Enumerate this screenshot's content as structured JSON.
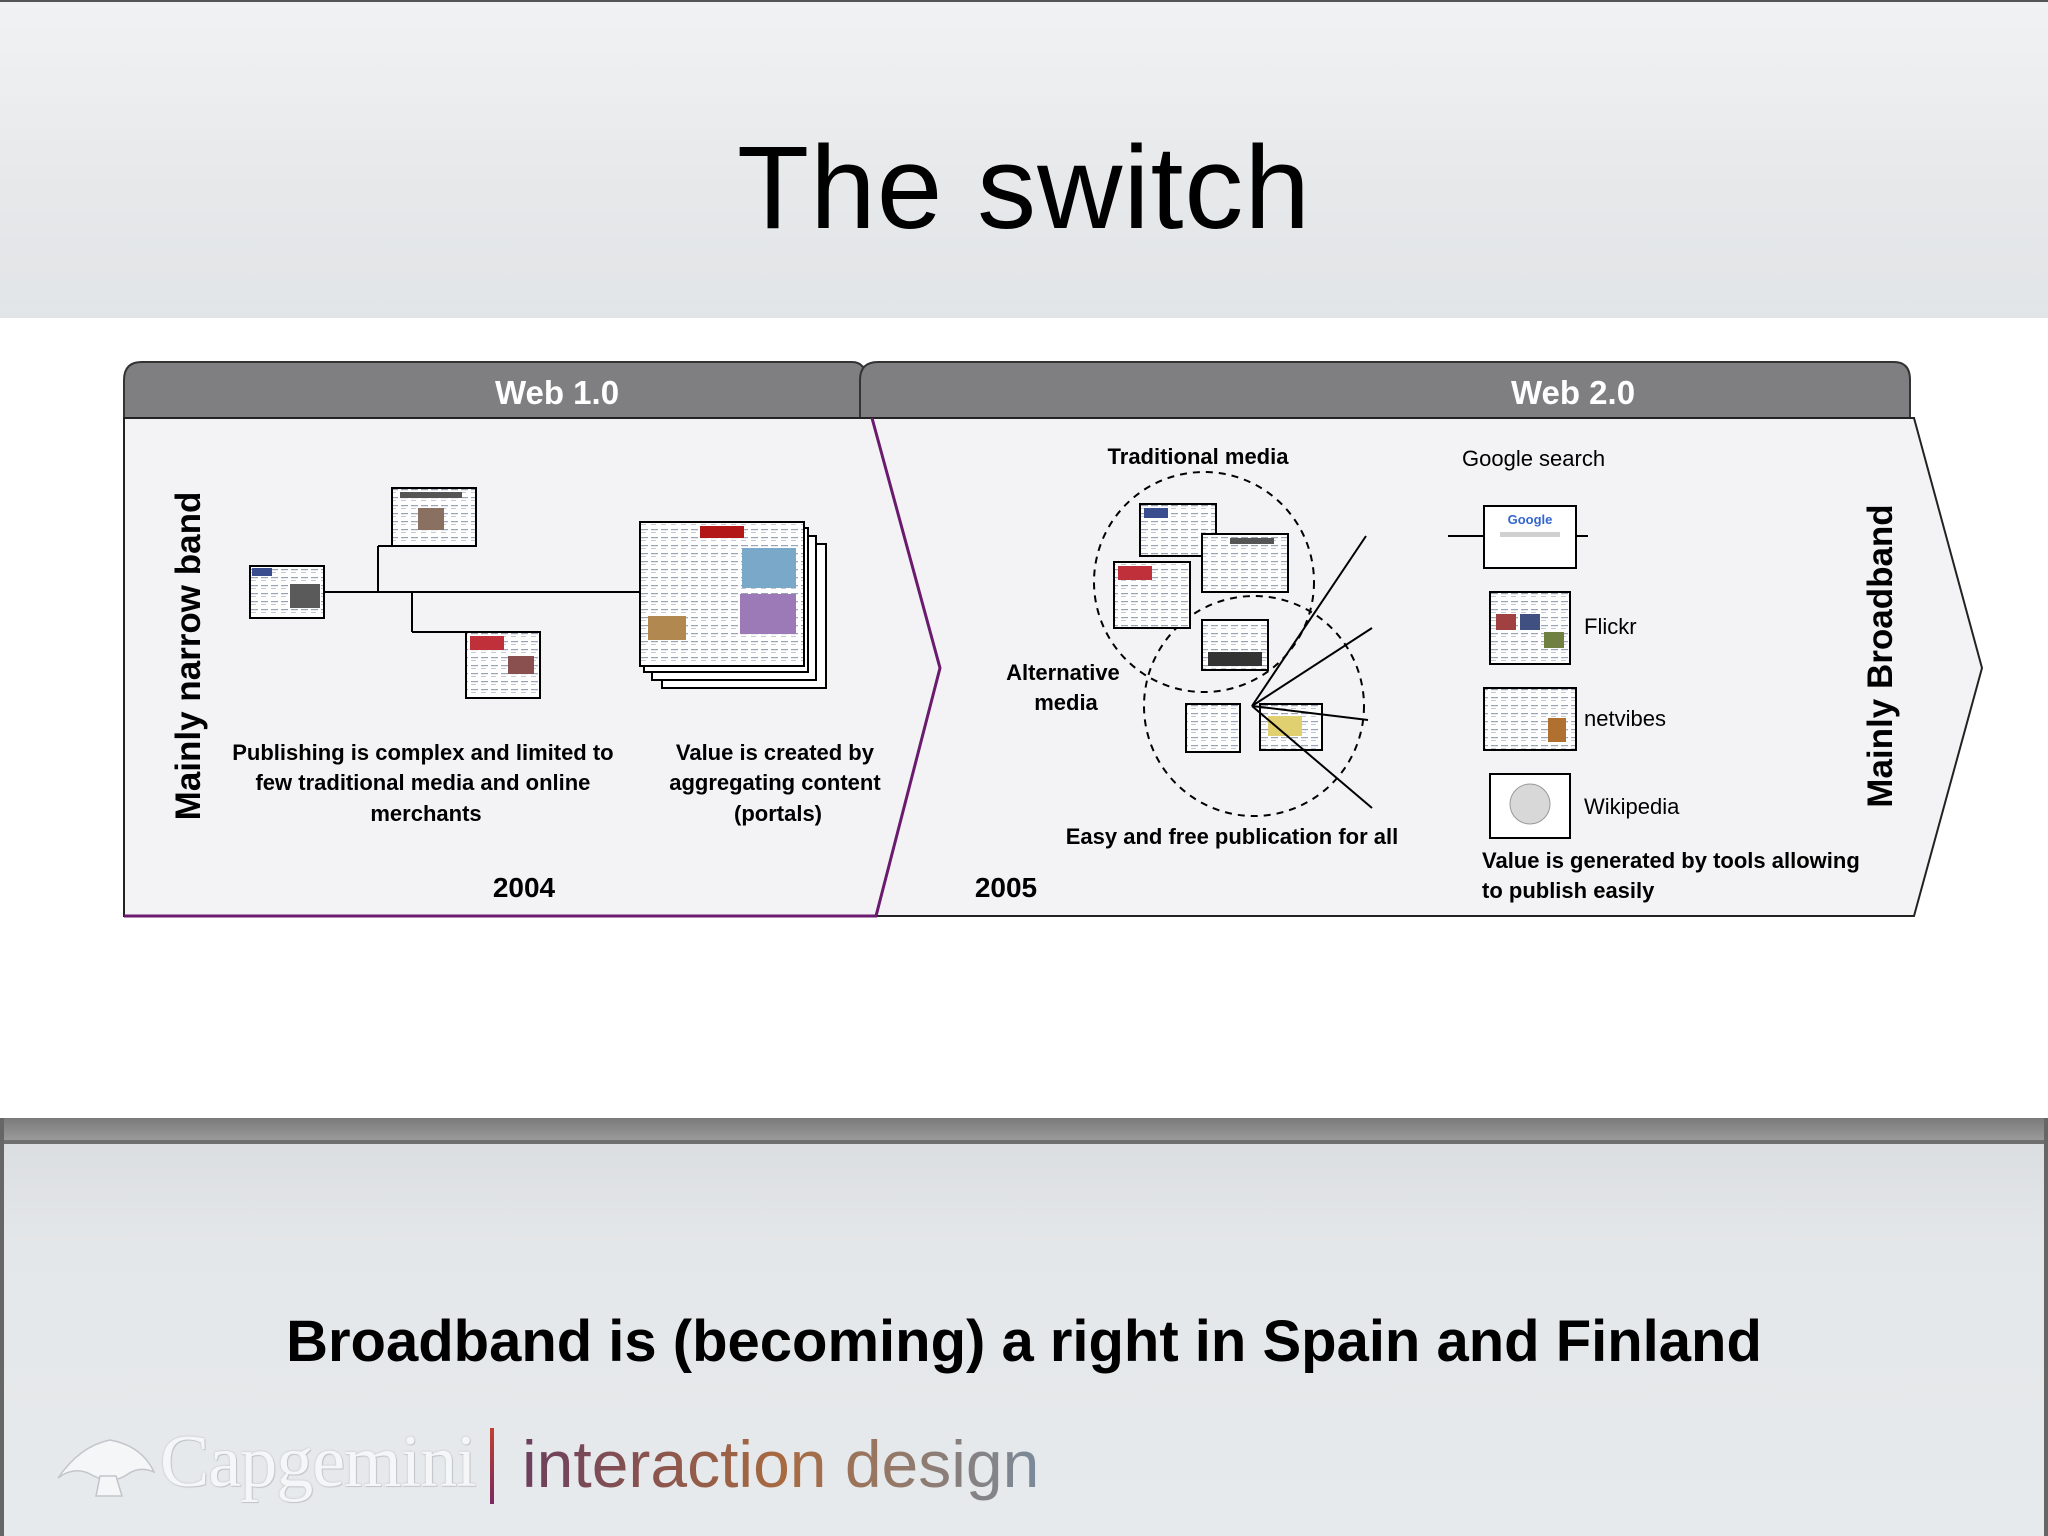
{
  "slide": {
    "title": "The switch",
    "footer": "Broadband is (becoming) a right in Spain and Finland"
  },
  "diagram": {
    "web1": {
      "header": "Web 1.0",
      "side_label": "Mainly narrow band",
      "caption_left": [
        "Publishing is complex and limited to",
        "few traditional media and online",
        "merchants"
      ],
      "caption_right": [
        "Value is created by",
        "aggregating content",
        "(portals)"
      ],
      "year": "2004"
    },
    "web2": {
      "header": "Web 2.0",
      "side_label": "Mainly Broadband",
      "traditional_media": "Traditional media",
      "alternative_media": [
        "Alternative",
        "media"
      ],
      "easy_publication": "Easy and free publication for all",
      "google_search": "Google search",
      "tools": [
        "Flickr",
        "netvibes",
        "Wikipedia"
      ],
      "caption": [
        "Value is generated by tools allowing",
        "to publish easily"
      ],
      "year": "2005"
    }
  },
  "logo": {
    "brand": "Capgemini",
    "tagline": "interaction design"
  },
  "colors": {
    "header_fill": "#7f7e80",
    "panel_fill": "#f3f2f4",
    "accent_purple": "#6a1b6e"
  }
}
